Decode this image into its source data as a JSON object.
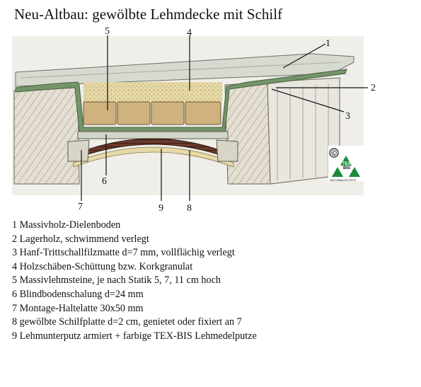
{
  "title": "Neu-Altbau: gewölbte Lehmdecke mit Schilf",
  "callouts": [
    "1",
    "2",
    "3",
    "4",
    "5",
    "6",
    "7",
    "8",
    "9"
  ],
  "legend": [
    "1 Massivholz-Dielenboden",
    "2 Lagerholz, schwimmend verlegt",
    "3 Hanf-Trittschallfilzmatte d=7 mm, vollflächig verlegt",
    "4 Holzschäben-Schüttung bzw. Korkgranulat",
    "5 Massivlehmsteine, je nach Statik 5, 7, 11 cm hoch",
    "6 Blindbodenschalung d=24 mm",
    "7 Montage-Haltelatte 30x50 mm",
    "8 gewölbte Schilfplatte d=2 cm, genietet oder fixiert an 7",
    "9 Lehmunterputz armiert + farbige TEX-BIS Lehmedelputze"
  ],
  "badge": {
    "symbol": "©",
    "brand_line1": "TEX",
    "brand_line2": "BIS",
    "caption": "NATURBAUSTOFFE"
  },
  "colors": {
    "board": "#d9dcd4",
    "wood": "#e2ddd0",
    "felt": "#74946a",
    "loam_brick": "#cfb27e",
    "fill": "#e5d9a8",
    "reed": "#6c3a2c",
    "plaster": "#e6dcaa",
    "badge_green": "#1e8a3a"
  }
}
